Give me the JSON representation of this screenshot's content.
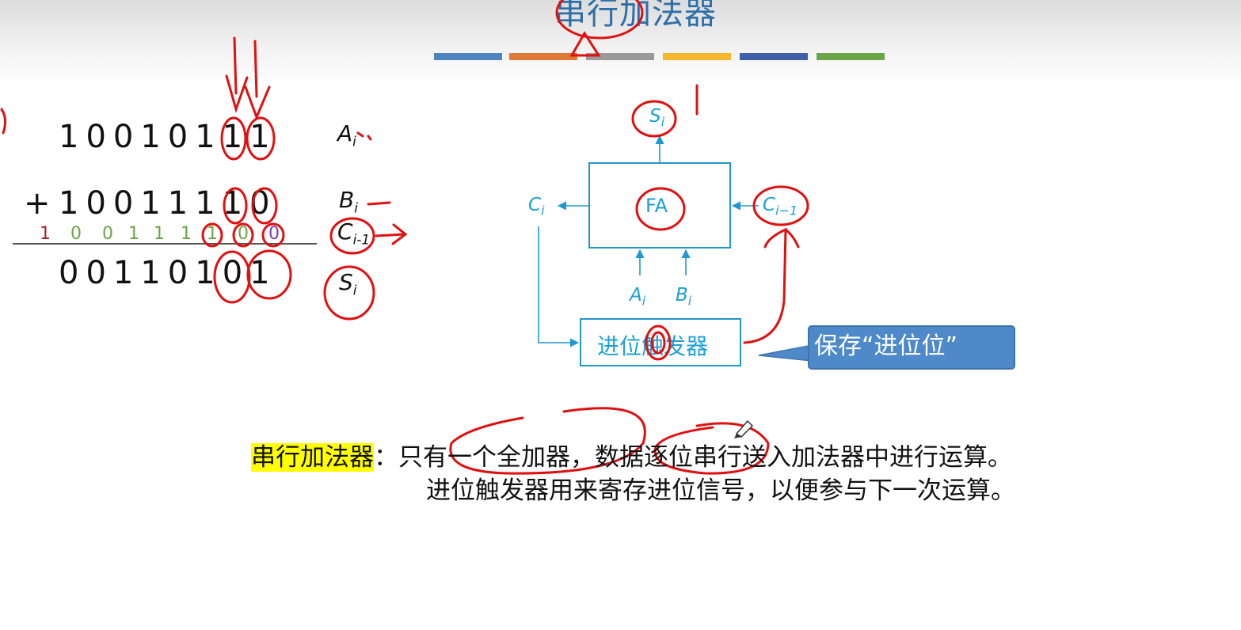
{
  "title": "串行加法器",
  "watermark": "",
  "title_bar_colors": [
    "#4f86c1",
    "#e07a37",
    "#9a9a9a",
    "#f4b62c",
    "#3f5fa9",
    "#6aa647"
  ],
  "addition": {
    "row_a": "10010111",
    "plus_sign": "+",
    "row_b": "10011110",
    "carry_row": [
      "1",
      "0",
      "0",
      "1",
      "1",
      "1",
      "1",
      "0",
      "0"
    ],
    "carry_colors": [
      "#a32424",
      "#6aa647",
      "#6aa647",
      "#6aa647",
      "#6aa647",
      "#6aa647",
      "#6aa647",
      "#6aa647",
      "#7a3eb0"
    ],
    "result": "00110101"
  },
  "row_labels": {
    "a": {
      "base": "A",
      "sub": "i"
    },
    "b": {
      "base": "B",
      "sub": "i"
    },
    "c": {
      "base": "C",
      "sub": "i-1"
    },
    "s": {
      "base": "S",
      "sub": "i"
    }
  },
  "diagram": {
    "output_label": {
      "base": "S",
      "sub": "i"
    },
    "fa_label": "FA",
    "carry_out_label": {
      "base": "C",
      "sub": "i"
    },
    "carry_in_label": {
      "base": "C",
      "sub": "i−1"
    },
    "input_a": {
      "base": "A",
      "sub": "i"
    },
    "input_b": {
      "base": "B",
      "sub": "i"
    },
    "flipflop_label": "进位触发器",
    "line_color": "#1f97d0"
  },
  "callout": "保存“进位位”",
  "description": {
    "key": "串行加法器",
    "line1_rest": "：只有一个全加器，数据逐位串行送入加法器中进行运算。",
    "line2": "进位触发器用来寄存进位信号，以便参与下一次运算。"
  },
  "annotation_color": "#e01010"
}
